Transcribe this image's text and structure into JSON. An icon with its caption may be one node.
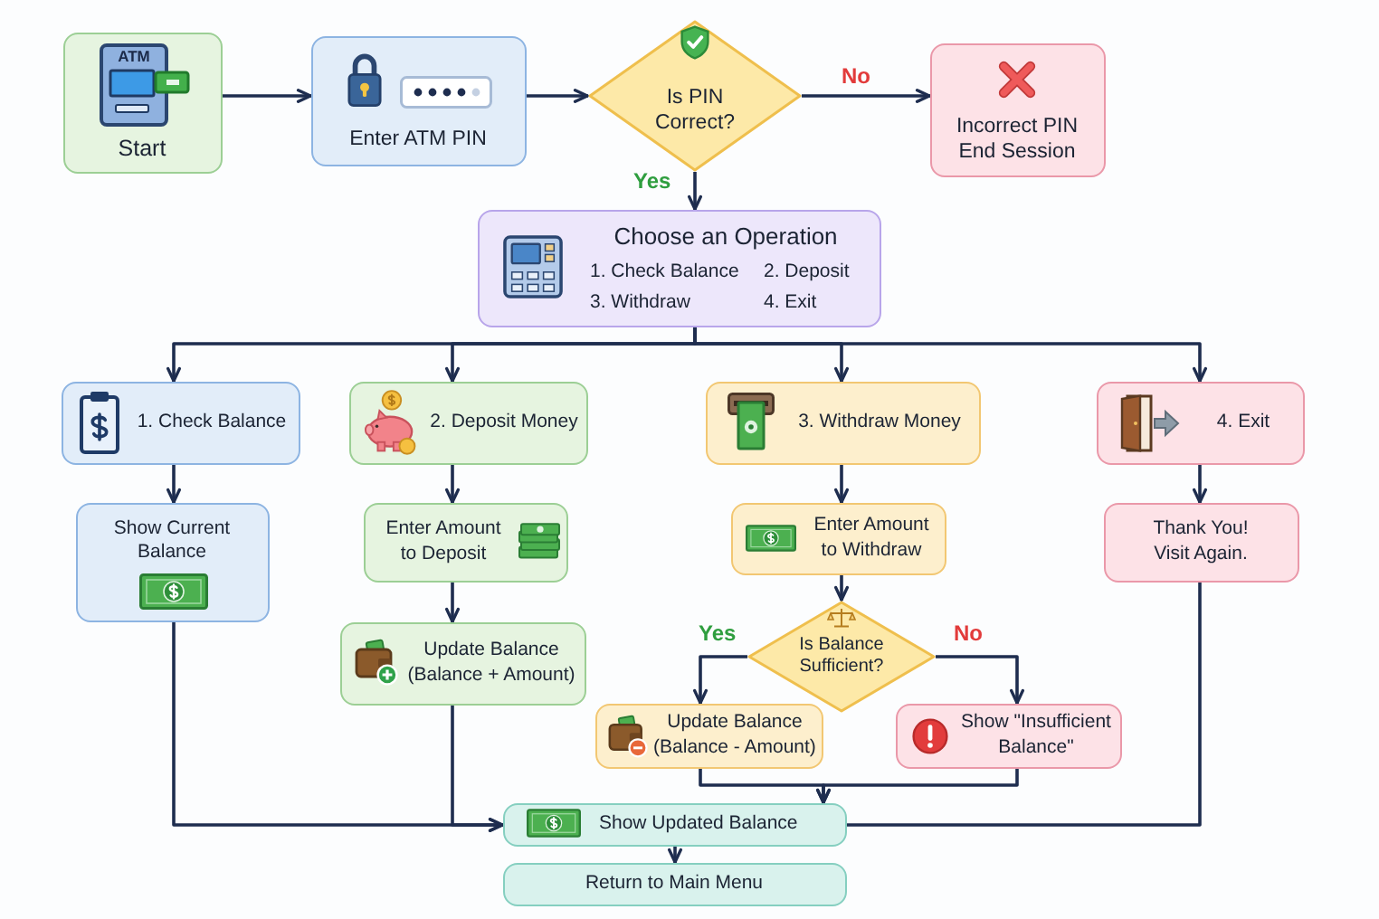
{
  "diagram": {
    "nodes": [
      {
        "text": [
          "ATM",
          "Start"
        ]
      },
      {
        "text": [
          "Enter ATM PIN"
        ]
      },
      {
        "text": [
          "Is PIN Correct?"
        ]
      },
      {
        "text": [
          "Incorrect PIN End Session"
        ]
      },
      {
        "text": [
          "Choose an Operation",
          "1. Check Balance",
          "2. Deposit",
          "3. Withdraw",
          "4. Exit"
        ]
      },
      {
        "text": [
          "1. Check Balance"
        ]
      },
      {
        "text": [
          "2. Deposit Money"
        ]
      },
      {
        "text": [
          "3. Withdraw Money"
        ]
      },
      {
        "text": [
          "4. Exit"
        ]
      },
      {
        "text": [
          "Show Current Balance"
        ]
      },
      {
        "text": [
          "Enter Amount to Deposit"
        ]
      },
      {
        "text": [
          "Enter Amount to Withdraw"
        ]
      },
      {
        "text": [
          "Thank You! Visit Again."
        ]
      },
      {
        "text": [
          "Update Balance (Balance + Amount)"
        ]
      },
      {
        "text": [
          "Is Balance Sufficient?"
        ]
      },
      {
        "text": [
          "Update Balance (Balance - Amount)"
        ]
      },
      {
        "text": [
          "Show \"Insufficient Balance\""
        ]
      },
      {
        "text": [
          "Show Updated Balance"
        ]
      },
      {
        "text": [
          "Return to Main Menu"
        ]
      }
    ],
    "edges": [
      {
        "from": 0,
        "to": 1,
        "arrow": "to"
      },
      {
        "from": 1,
        "to": 2,
        "arrow": "to"
      },
      {
        "from": 2,
        "to": 3,
        "arrow": "to",
        "label": "No"
      },
      {
        "from": 2,
        "to": 4,
        "arrow": "to",
        "label": "Yes"
      },
      {
        "from": 4,
        "to": 5,
        "arrow": "to"
      },
      {
        "from": 4,
        "to": 6,
        "arrow": "to"
      },
      {
        "from": 4,
        "to": 7,
        "arrow": "to"
      },
      {
        "from": 4,
        "to": 8,
        "arrow": "to"
      },
      {
        "from": 5,
        "to": 9,
        "arrow": "to"
      },
      {
        "from": 6,
        "to": 10,
        "arrow": "to"
      },
      {
        "from": 10,
        "to": 13,
        "arrow": "to"
      },
      {
        "from": 7,
        "to": 11,
        "arrow": "to"
      },
      {
        "from": 11,
        "to": 14,
        "arrow": "to"
      },
      {
        "from": 8,
        "to": 12,
        "arrow": "to"
      },
      {
        "from": 14,
        "to": 15,
        "arrow": "to",
        "label": "Yes"
      },
      {
        "from": 14,
        "to": 16,
        "arrow": "to",
        "label": "No"
      },
      {
        "from": 15,
        "to": 17,
        "arrow": "to"
      },
      {
        "from": 16,
        "to": 17,
        "arrow": "to"
      },
      {
        "from": 9,
        "to": 17,
        "arrow": "to"
      },
      {
        "from": 13,
        "to": 17,
        "arrow": "to"
      },
      {
        "from": 12,
        "to": 17,
        "arrow": "none"
      },
      {
        "from": 17,
        "to": 18,
        "arrow": "to"
      }
    ]
  }
}
